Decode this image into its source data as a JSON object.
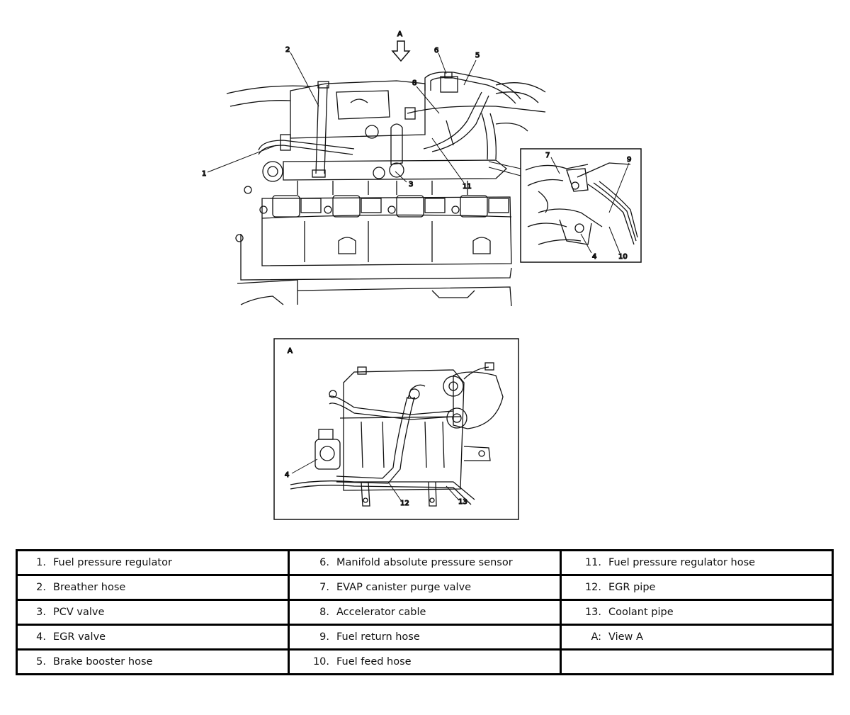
{
  "view_a_label": "A",
  "inset_a_label": "A",
  "callouts": {
    "c1": "1",
    "c2": "2",
    "c3": "3",
    "c4": "4",
    "c5": "5",
    "c6": "6",
    "c7": "7",
    "c8": "8",
    "c9": "9",
    "c10": "10",
    "c11": "11",
    "c4b": "4",
    "c12": "12",
    "c13": "13"
  },
  "legend": {
    "rows": [
      [
        {
          "num": "1.",
          "text": "Fuel pressure regulator"
        },
        {
          "num": "6.",
          "text": "Manifold absolute pressure sensor"
        },
        {
          "num": "11.",
          "text": "Fuel pressure regulator hose"
        }
      ],
      [
        {
          "num": "2.",
          "text": "Breather hose"
        },
        {
          "num": "7.",
          "text": "EVAP canister purge valve"
        },
        {
          "num": "12.",
          "text": "EGR pipe"
        }
      ],
      [
        {
          "num": "3.",
          "text": "PCV valve"
        },
        {
          "num": "8.",
          "text": "Accelerator cable"
        },
        {
          "num": "13.",
          "text": "Coolant pipe"
        }
      ],
      [
        {
          "num": "4.",
          "text": "EGR valve"
        },
        {
          "num": "9.",
          "text": "Fuel return hose"
        },
        {
          "num": "A:",
          "text": "View A"
        }
      ],
      [
        {
          "num": "5.",
          "text": "Brake booster hose"
        },
        {
          "num": "10.",
          "text": "Fuel feed hose"
        },
        {
          "num": "",
          "text": ""
        }
      ]
    ]
  }
}
